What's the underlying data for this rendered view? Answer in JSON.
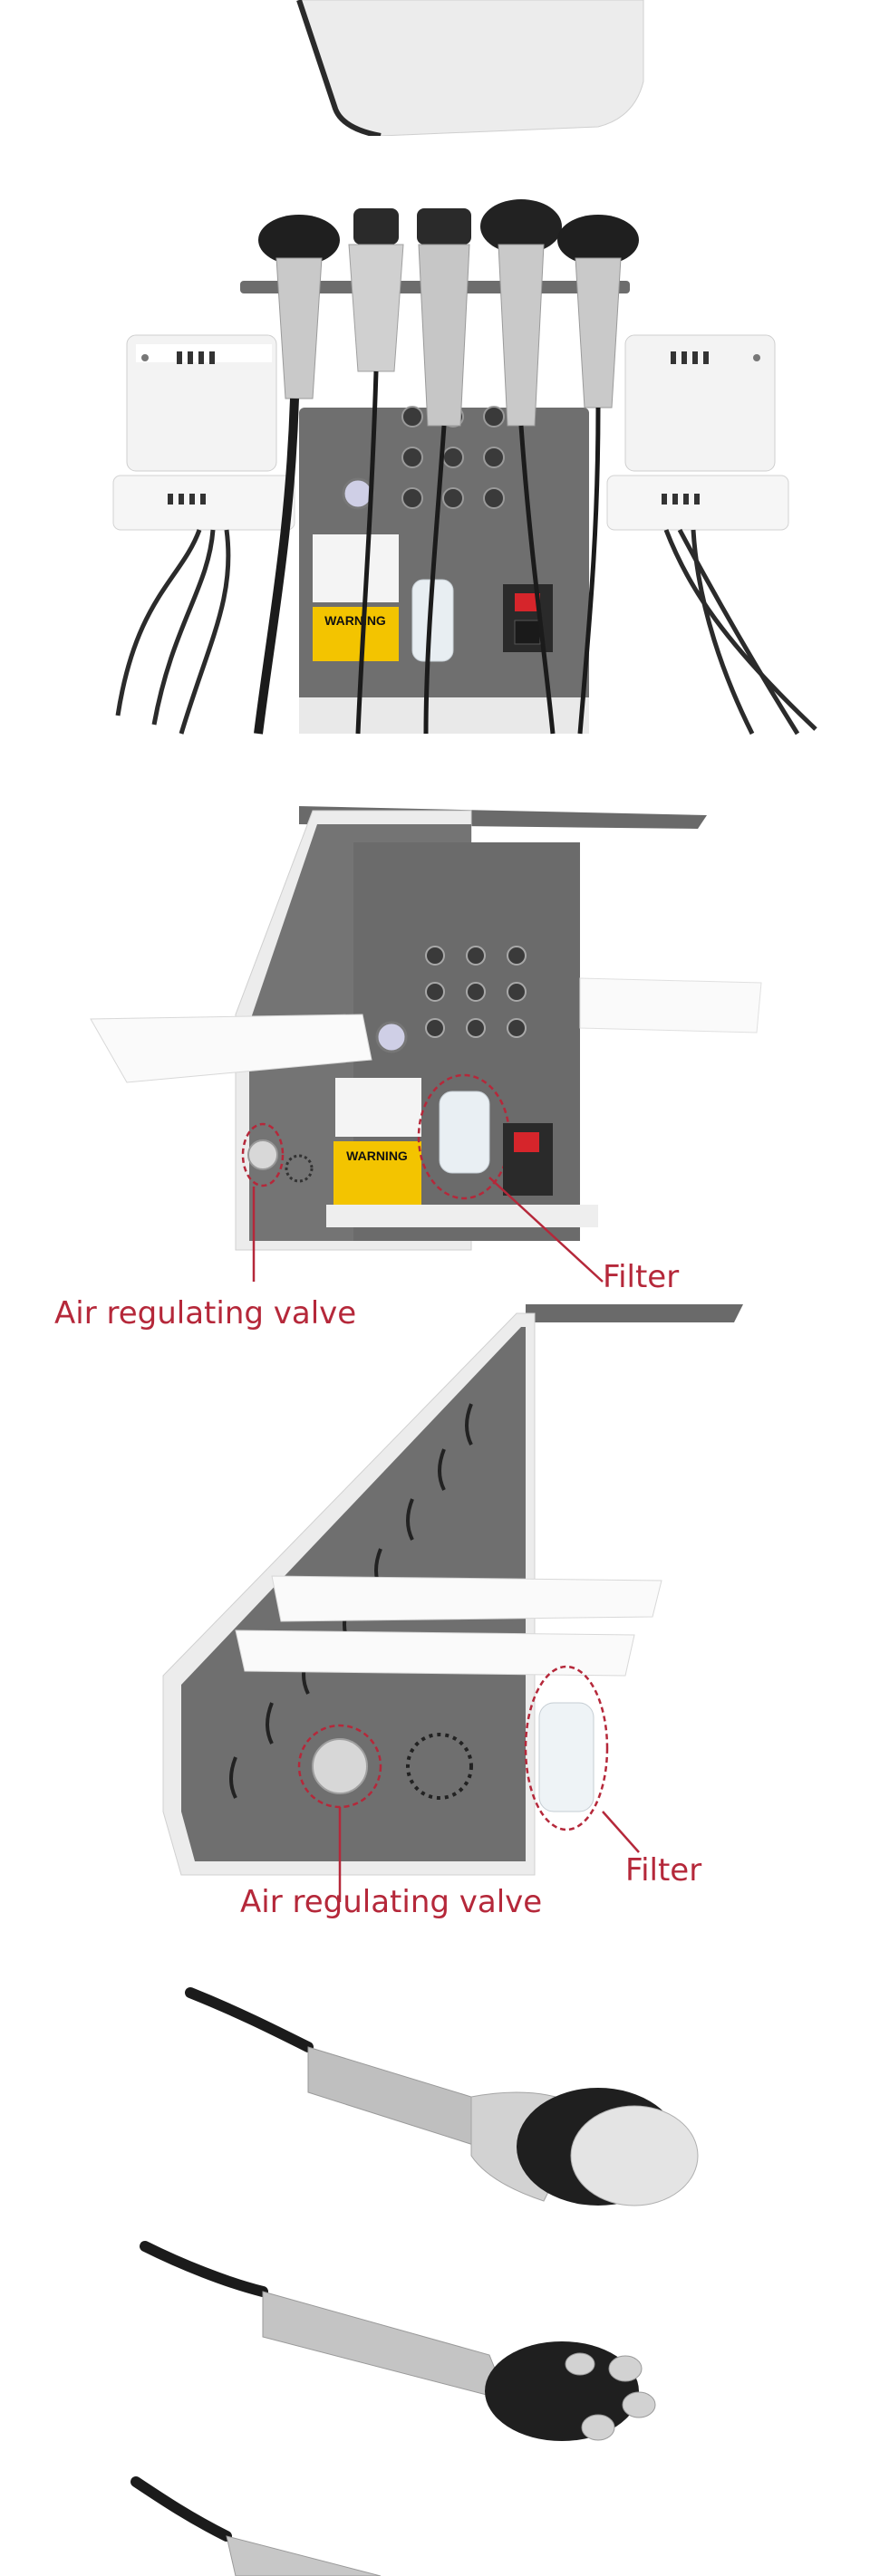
{
  "accent_color": "#b5283a",
  "panel_labels": {
    "warning_label": "WARNING"
  },
  "callouts": {
    "side_view_1": {
      "filter": "Filter",
      "air_valve": "Air regulating valve"
    },
    "side_view_2": {
      "filter": "Filter",
      "air_valve": "Air regulating valve"
    }
  },
  "icons": [
    "warning-sticker",
    "power-switch-icon",
    "speaker-grille-icon",
    "air-valve-knob",
    "filter-cup"
  ]
}
